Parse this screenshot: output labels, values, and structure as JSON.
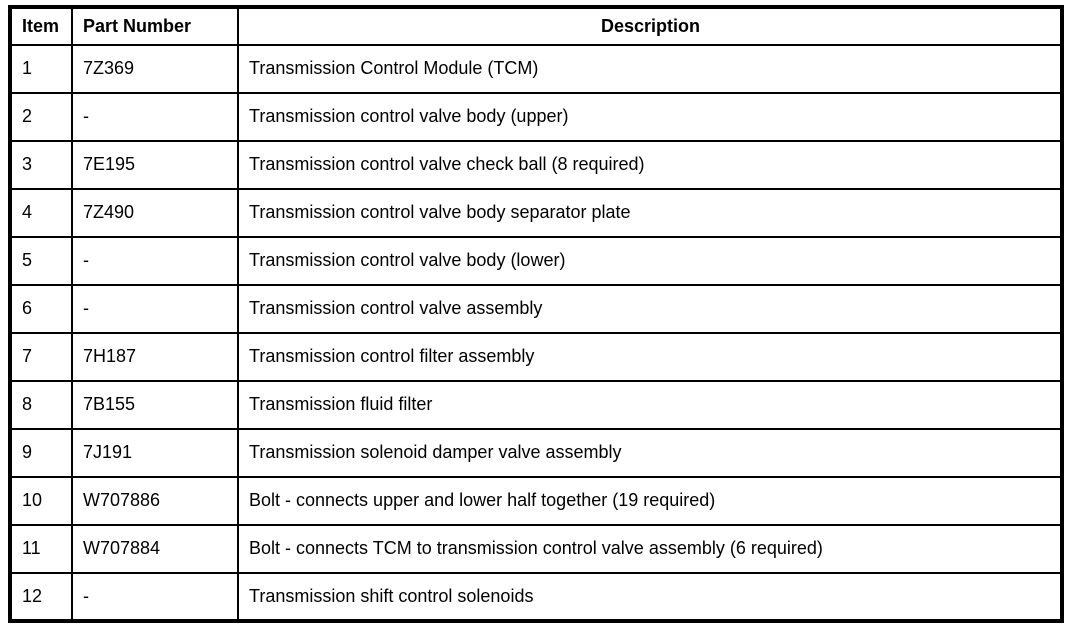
{
  "table": {
    "columns": {
      "item": "Item",
      "part_number": "Part Number",
      "description": "Description"
    },
    "rows": [
      {
        "item": "1",
        "part_number": "7Z369",
        "description": "Transmission Control Module (TCM)"
      },
      {
        "item": "2",
        "part_number": "-",
        "description": "Transmission control valve body (upper)"
      },
      {
        "item": "3",
        "part_number": "7E195",
        "description": "Transmission control valve check ball (8 required)"
      },
      {
        "item": "4",
        "part_number": "7Z490",
        "description": "Transmission control valve body separator plate"
      },
      {
        "item": "5",
        "part_number": "-",
        "description": "Transmission control valve body (lower)"
      },
      {
        "item": "6",
        "part_number": "-",
        "description": "Transmission control valve assembly"
      },
      {
        "item": "7",
        "part_number": "7H187",
        "description": "Transmission control filter assembly"
      },
      {
        "item": "8",
        "part_number": "7B155",
        "description": "Transmission fluid filter"
      },
      {
        "item": "9",
        "part_number": "7J191",
        "description": "Transmission solenoid damper valve assembly"
      },
      {
        "item": "10",
        "part_number": "W707886",
        "description": "Bolt - connects upper and lower half together (19 required)"
      },
      {
        "item": "11",
        "part_number": "W707884",
        "description": "Bolt - connects TCM to transmission control valve assembly (6 required)"
      },
      {
        "item": "12",
        "part_number": "-",
        "description": "Transmission shift control solenoids"
      }
    ],
    "colors": {
      "border": "#000000",
      "text": "#000000",
      "background": "#ffffff"
    }
  }
}
